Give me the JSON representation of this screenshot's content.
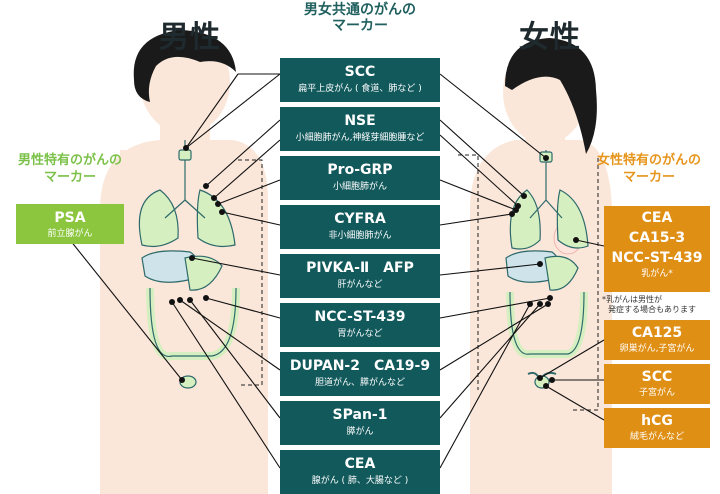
{
  "header": {
    "male_title": "男性",
    "female_title": "女性",
    "center_title_line1": "男女共通のがんの",
    "center_title_line2": "マーカー"
  },
  "male_specific": {
    "title_line1": "男性特有のがんの",
    "title_line2": "マーカー",
    "markers": [
      {
        "name": "PSA",
        "desc": "前立腺がん"
      }
    ]
  },
  "female_specific": {
    "title_line1": "女性特有のがんの",
    "title_line2": "マーカー",
    "breast": {
      "names": [
        "CEA",
        "CA15-3",
        "NCC-ST-439"
      ],
      "desc": "乳がん*"
    },
    "note_line1": "*乳がんは男性が",
    "note_line2": "発症する場合もあります",
    "others": [
      {
        "name": "CA125",
        "desc": "卵巣がん,子宮がん"
      },
      {
        "name": "SCC",
        "desc": "子宮がん"
      },
      {
        "name": "hCG",
        "desc": "絨毛がんなど"
      }
    ]
  },
  "common_markers": [
    {
      "name": "SCC",
      "desc": "扁平上皮がん ( 食道、肺など )"
    },
    {
      "name": "NSE",
      "desc": "小細胞肺がん,神経芽細胞腫など"
    },
    {
      "name": "Pro-GRP",
      "desc": "小細胞肺がん"
    },
    {
      "name": "CYFRA",
      "desc": "非小細胞肺がん"
    },
    {
      "name": "PIVKA-Ⅱ　AFP",
      "desc": "肝がんなど"
    },
    {
      "name": "NCC-ST-439",
      "desc": "胃がんなど"
    },
    {
      "name": "DUPAN-2　CA19-9",
      "desc": "胆道がん、膵がんなど"
    },
    {
      "name": "SPan-1",
      "desc": "膵がん"
    },
    {
      "name": "CEA",
      "desc": "腺がん ( 肺、大腸など )"
    }
  ],
  "colors": {
    "common_box": "#12595c",
    "male_accent": "#8cc63f",
    "female_accent": "#e08f15",
    "skin": "#fbe7da",
    "organ_green": "#d6efc0",
    "organ_stroke": "#2e6a6b"
  }
}
